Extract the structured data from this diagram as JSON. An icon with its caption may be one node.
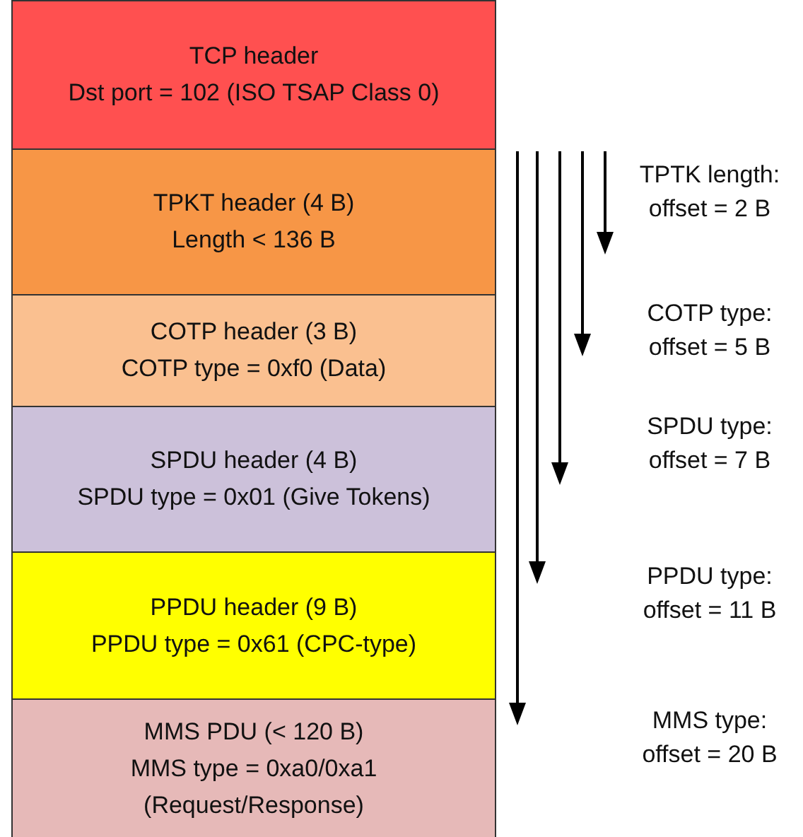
{
  "diagram": {
    "nodes": [
      {
        "text": [
          "TCP header",
          "Dst port = 102 (ISO TSAP Class 0)"
        ]
      },
      {
        "text": [
          "TPKT header (4 B)",
          "Length < 136 B"
        ]
      },
      {
        "text": [
          "COTP header (3 B)",
          "COTP type = 0xf0 (Data)"
        ]
      },
      {
        "text": [
          "SPDU header (4 B)",
          "SPDU type = 0x01 (Give Tokens)"
        ]
      },
      {
        "text": [
          "PPDU header (9 B)",
          "PPDU type = 0x61 (CPC-type)"
        ]
      },
      {
        "text": [
          "MMS PDU (< 120 B)",
          "MMS type = 0xa0/0xa1 (Request/Response)"
        ]
      }
    ],
    "labels": [
      "TPTK length: offset = 2 B",
      "COTP type: offset = 5 B",
      "SPDU type: offset = 7 B",
      "PPDU type: offset = 11 B",
      "MMS type: offset = 20 B"
    ]
  }
}
